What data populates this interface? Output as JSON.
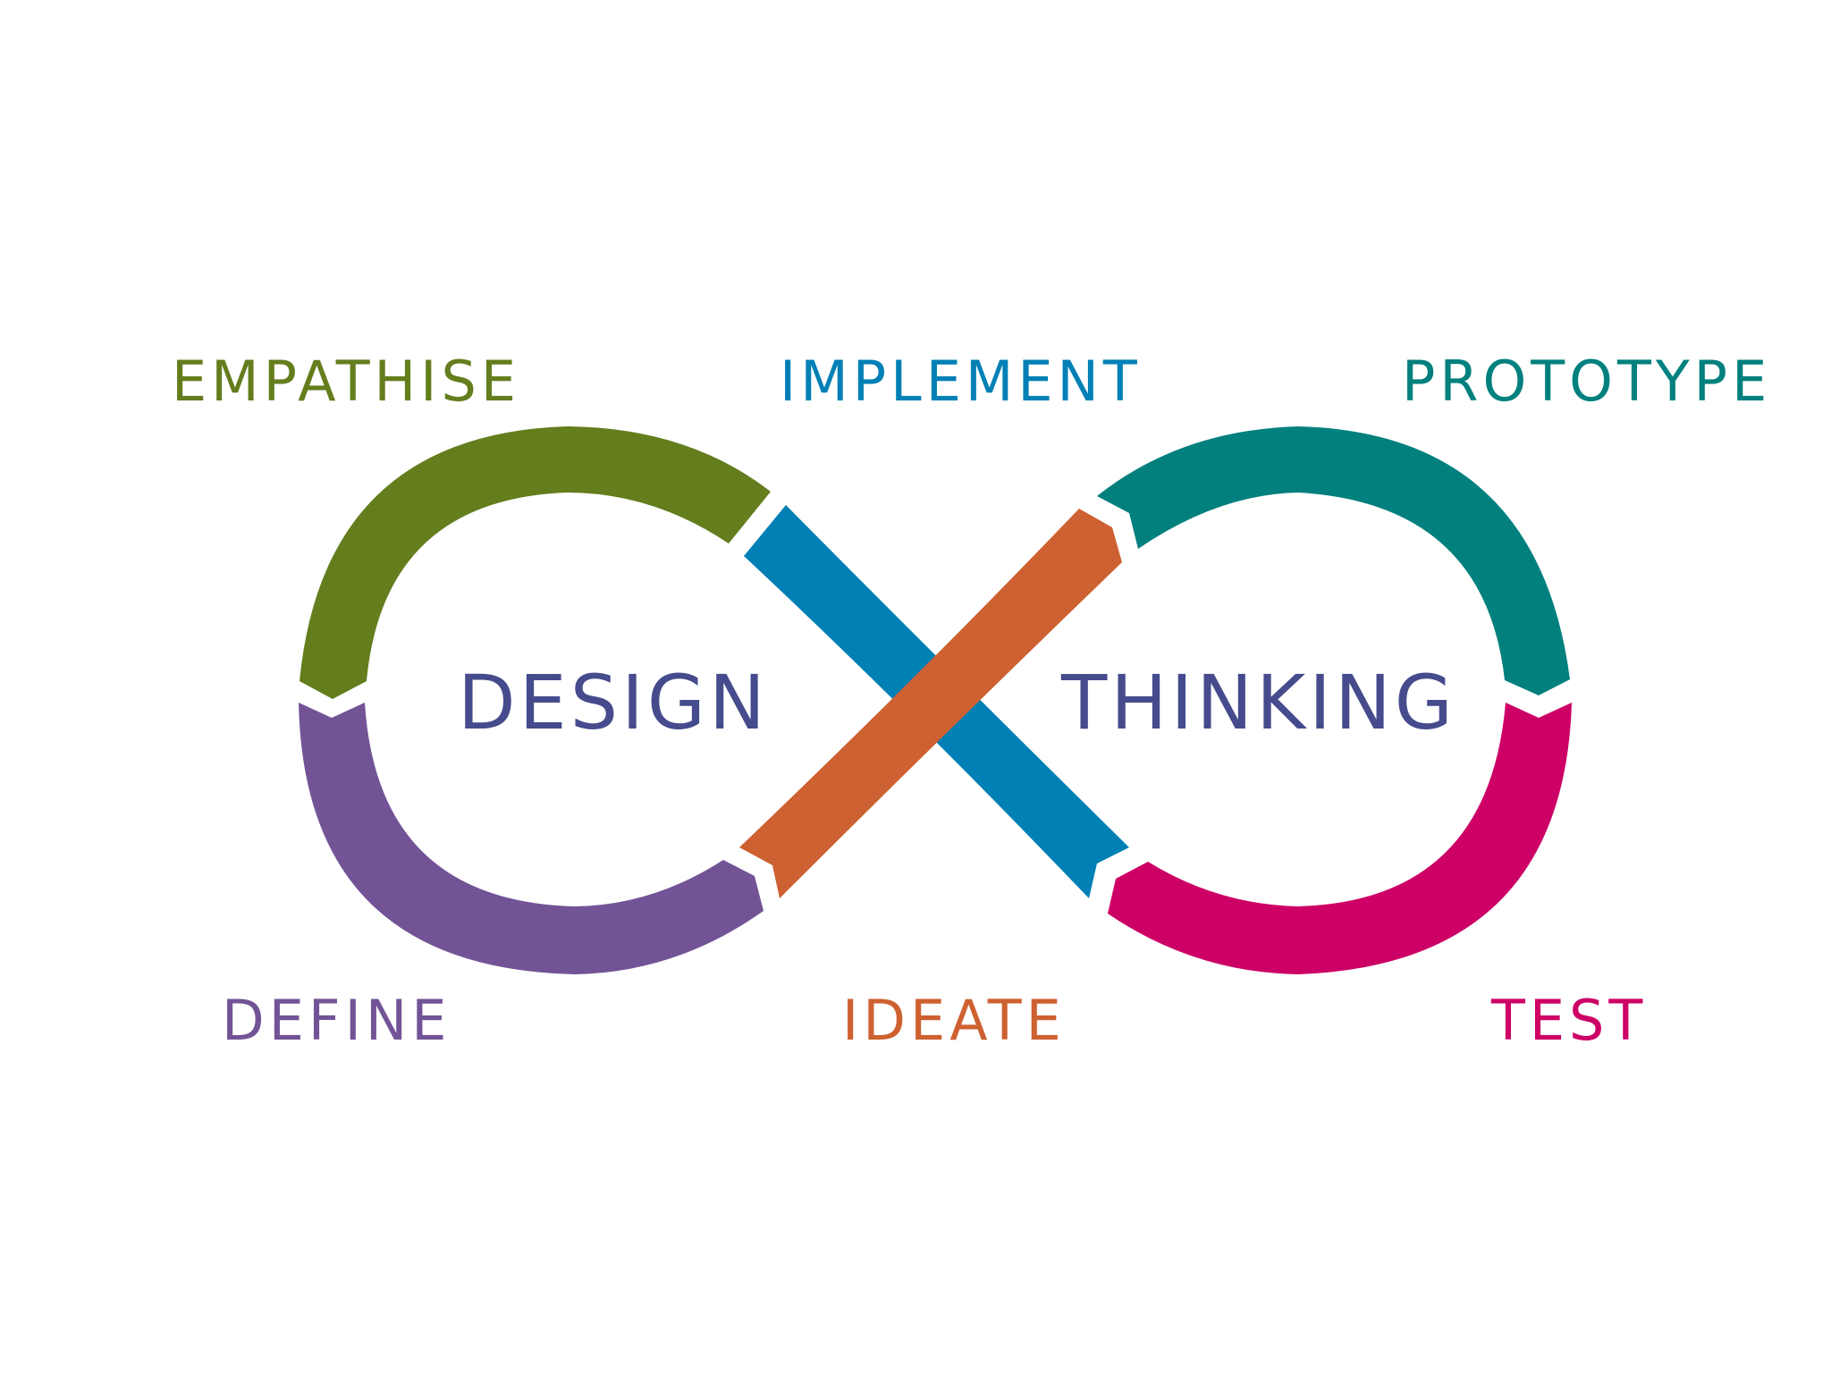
{
  "diagram": {
    "title_left": "DESIGN",
    "title_right": "THINKING",
    "title_color": "#454b8c",
    "stages": {
      "empathise": {
        "label": "EMPATHISE",
        "color": "#647d1d"
      },
      "implement": {
        "label": "IMPLEMENT",
        "color": "#0080b5"
      },
      "prototype": {
        "label": "PROTOTYPE",
        "color": "#01807e"
      },
      "define": {
        "label": "DEFINE",
        "color": "#725496"
      },
      "ideate": {
        "label": "IDEATE",
        "color": "#ce6131"
      },
      "test": {
        "label": "TEST",
        "color": "#cd0066"
      }
    }
  }
}
